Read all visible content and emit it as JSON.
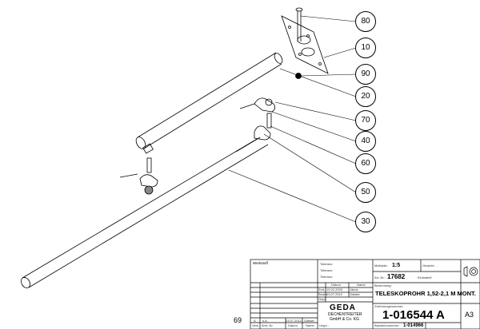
{
  "balloons": [
    "80",
    "10",
    "90",
    "20",
    "70",
    "40",
    "60",
    "50",
    "30"
  ],
  "sheet_number": "69",
  "title_block": {
    "werkstoff": "Werkstoff",
    "toleranz": [
      "Toleranz:",
      "Toleranz:",
      "Toleranz:"
    ],
    "massstab_label": "Maßstab:",
    "massstab": "1:5",
    "gewicht_label": "Gewicht:",
    "gewicht": "-",
    "artnr_label": "Art.-Nr.:",
    "artnr": "17682",
    "einmaltei": "Einmalteil",
    "datum_label": "Datum",
    "name_label": "Name",
    "erst_label": "Erst.",
    "erst_datum": "19.02.2003",
    "erst_name": "Jakob",
    "bearb_label": "Bearb.",
    "bearb_datum": "23.07.2012",
    "bearb_name": "Gatsler",
    "gepr_label": "Gepr.",
    "benennung_label": "Benennung:",
    "benennung": "TELESKOPROHR 1,52-2,1 M MONT.",
    "company_logo": "GEDA",
    "company_line1": "DECHENTREITER",
    "company_line2": "GmbH & Co. KG",
    "zeichnungsnummer_label": "Zeichnungsnummer:",
    "zeichnungsnummer": "1-016544 A",
    "format": "A3",
    "rev": {
      "vers": "A",
      "aend": "s.A.",
      "datum": "23.07.2012",
      "name": "Gatsler"
    },
    "rev_headers": [
      "Vers.",
      "Änd.-Nr.",
      "Datum",
      "Name"
    ],
    "urspr_label": "Urspr.:",
    "baustein_label": "Bausteinnummer:",
    "baustein": "1-014966"
  }
}
